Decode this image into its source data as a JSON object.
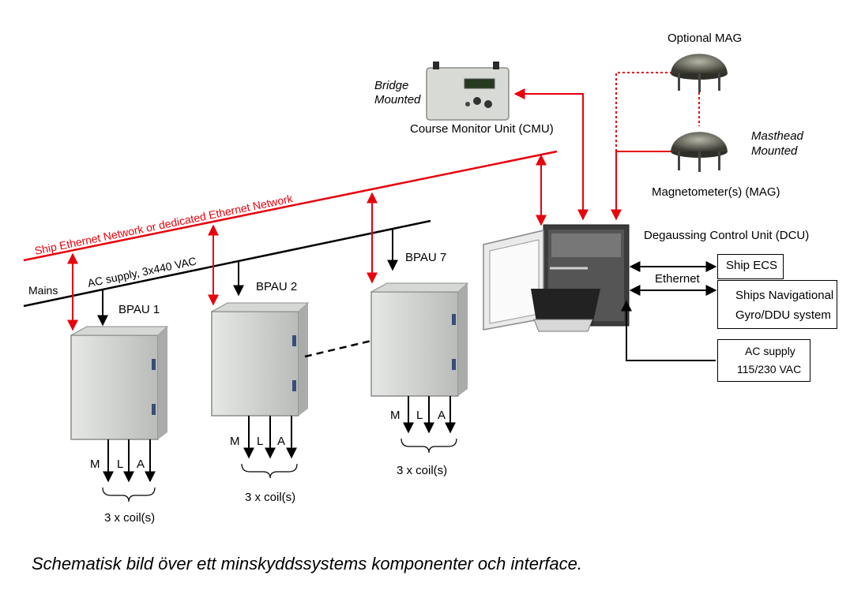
{
  "labels": {
    "optional_mag": "Optional MAG",
    "bridge_mounted": "Bridge\nMounted",
    "cmu": "Course Monitor Unit (CMU)",
    "masthead_mounted": "Masthead\nMounted",
    "magnetometers": "Magnetometer(s) (MAG)",
    "dcu": "Degaussing Control Unit (DCU)",
    "ship_ethernet": "Ship Ethernet Network or dedicated Ethernet Network",
    "ac_supply_mains": "AC supply, 3x440 VAC",
    "mains": "Mains",
    "ethernet": "Ethernet",
    "bpau1": "BPAU 1",
    "bpau2": "BPAU 2",
    "bpau7": "BPAU 7",
    "coil_m": "M",
    "coil_l": "L",
    "coil_a": "A",
    "coils": "3 x coil(s)"
  },
  "boxes": {
    "ship_ecs": "Ship ECS",
    "ships_nav_line1": "Ships Navigational",
    "ships_nav_line2": "Gyro/DDU system",
    "ac_supply_line1": "AC supply",
    "ac_supply_line2": "115/230 VAC"
  },
  "caption": "Schematisk bild över ett minskyddssystems komponenter och interface.",
  "colors": {
    "network": "#e8000b",
    "cabinet": "#cfd2cf"
  }
}
